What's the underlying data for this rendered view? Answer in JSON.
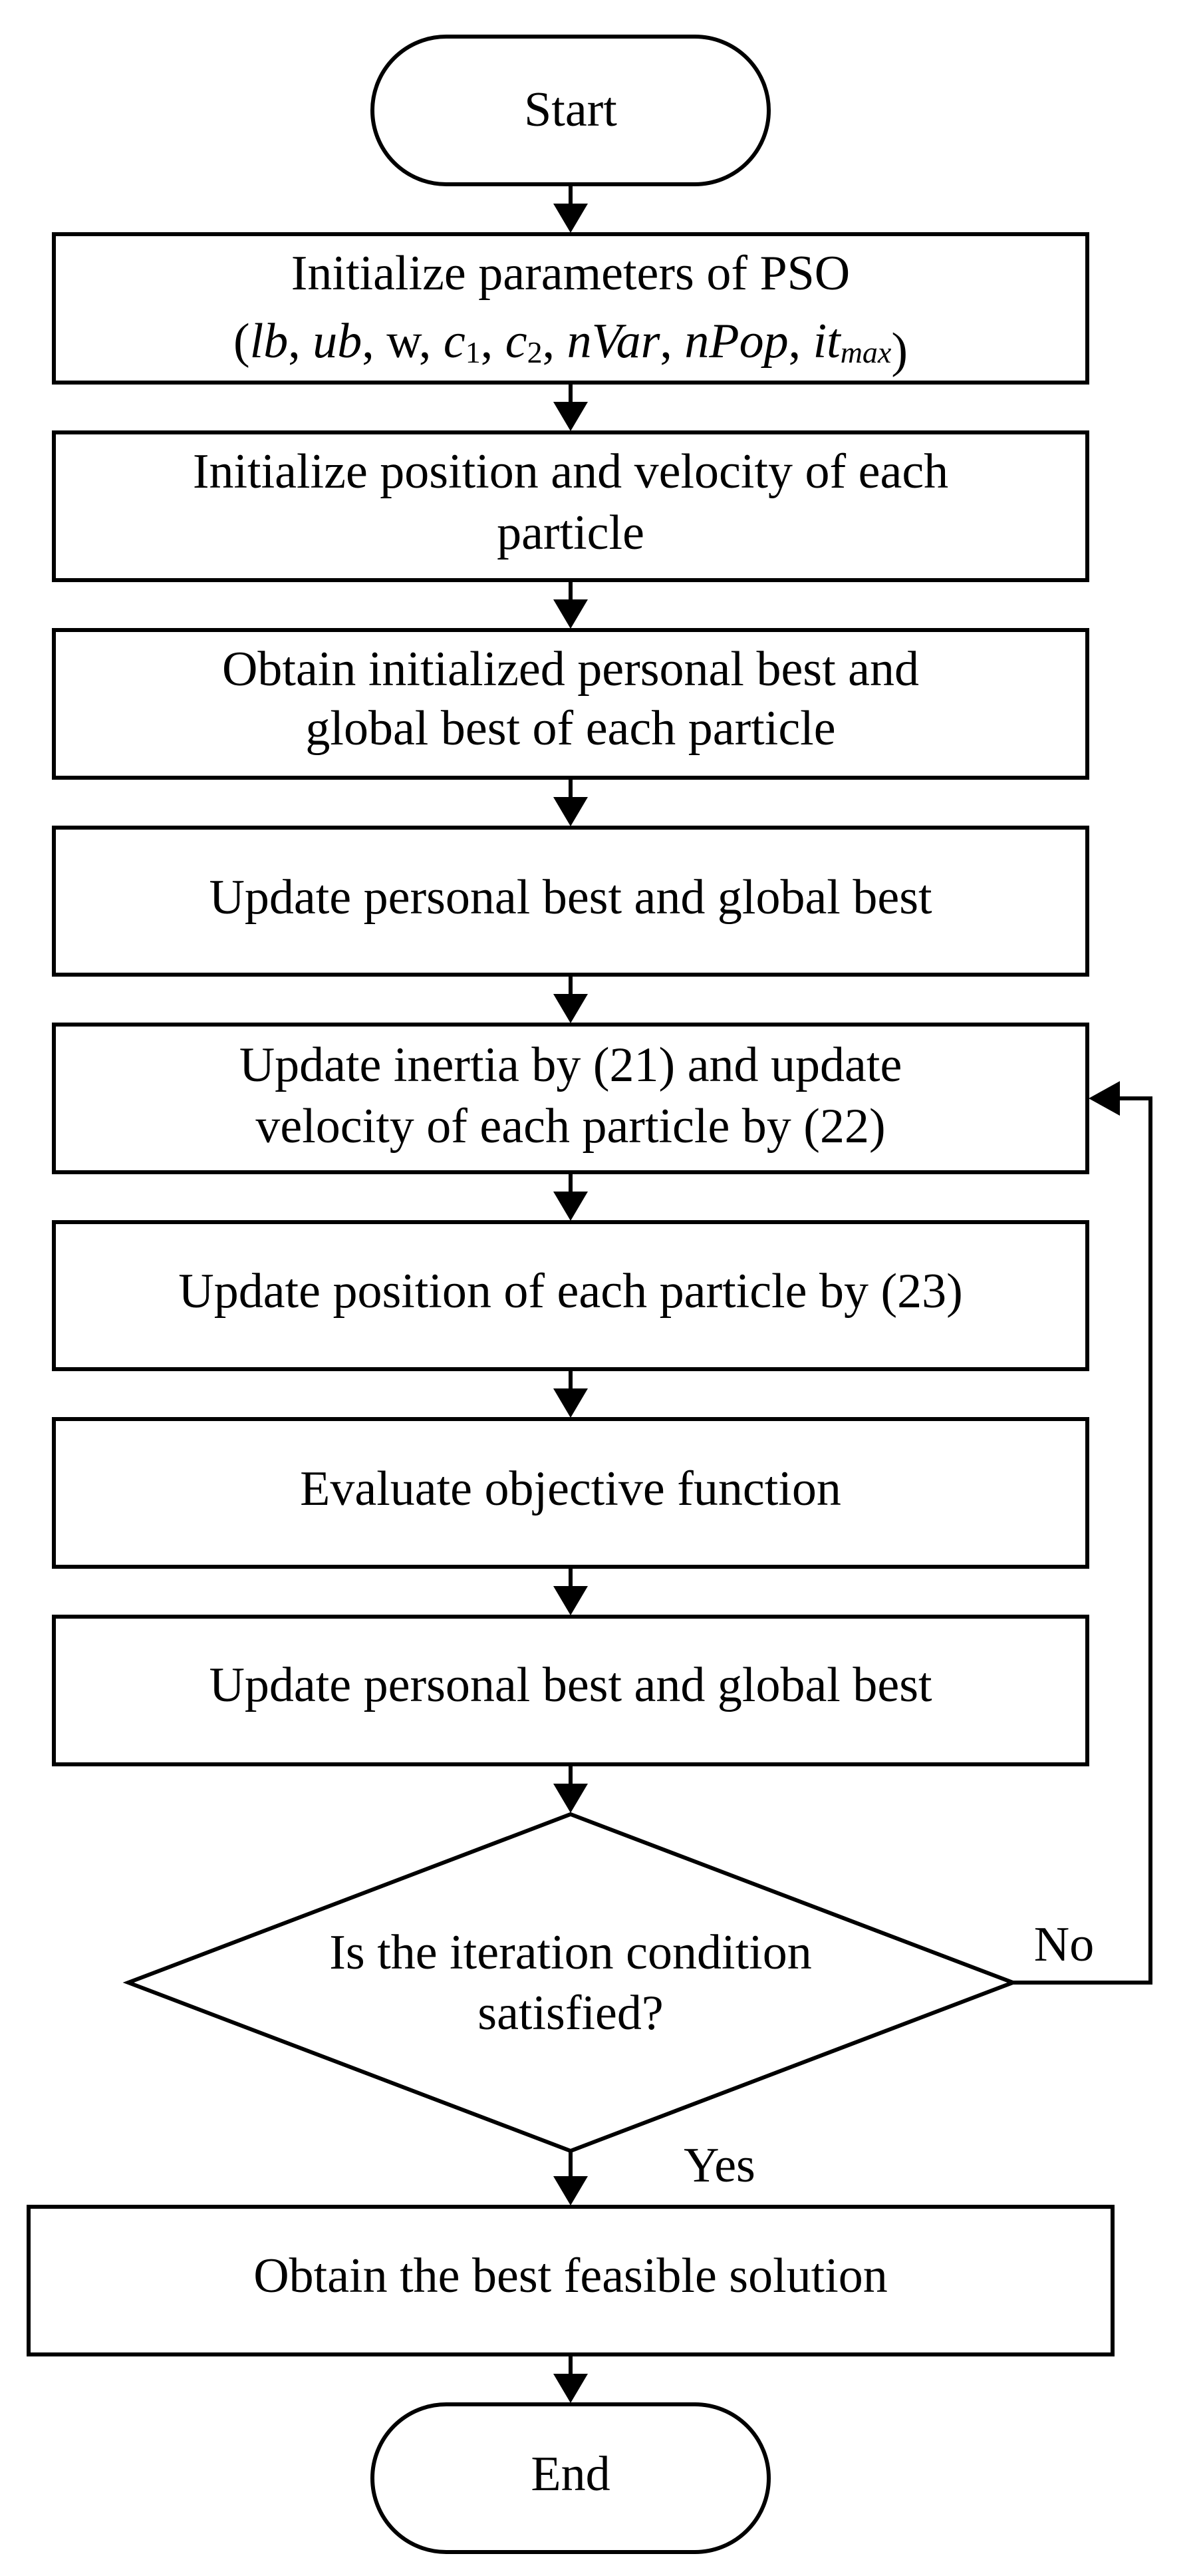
{
  "nodes": {
    "start": "Start",
    "init_params": {
      "line1": "Initialize parameters of PSO",
      "params": [
        {
          "text": "lb",
          "italic": true
        },
        {
          "text": "ub",
          "italic": true
        },
        {
          "text": "w",
          "italic": false
        },
        {
          "text": "c",
          "italic": true,
          "sub": "1"
        },
        {
          "text": "c",
          "italic": true,
          "sub": "2"
        },
        {
          "text": "nVar",
          "italic": true
        },
        {
          "text": "nPop",
          "italic": true
        },
        {
          "text": "it",
          "italic": true,
          "sub": "max"
        }
      ]
    },
    "init_position": {
      "line1": "Initialize position and velocity of each",
      "line2": "particle"
    },
    "obtain_initial_best": {
      "line1": "Obtain initialized personal best and",
      "line2": "global best of each particle"
    },
    "update_best_1": "Update personal best and global best",
    "update_inertia": {
      "line1": "Update inertia by (21) and update",
      "line2": "velocity of each particle by (22)"
    },
    "update_position": "Update position of each particle by (23)",
    "evaluate": "Evaluate objective function",
    "update_best_2": "Update personal best and global best",
    "decision": {
      "line1": "Is the iteration condition",
      "line2": "satisfied?"
    },
    "obtain_solution": "Obtain the best feasible solution",
    "end": "End"
  },
  "edge_labels": {
    "no": "No",
    "yes": "Yes"
  },
  "colors": {
    "stroke": "#000000",
    "fill": "#ffffff"
  }
}
